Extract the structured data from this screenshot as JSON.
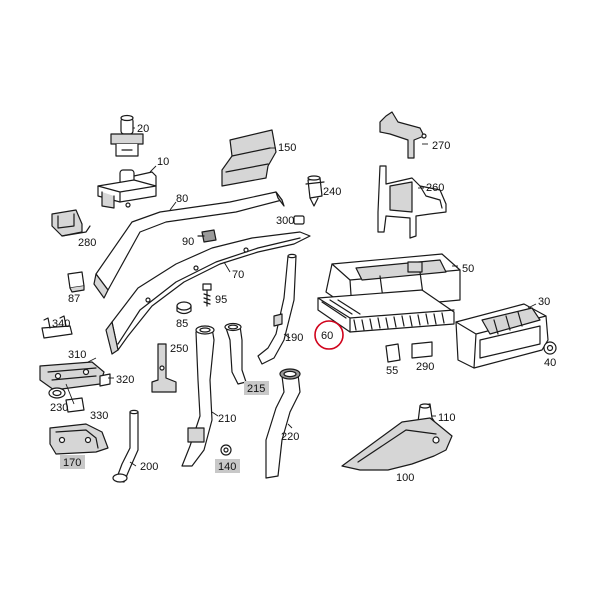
{
  "diagram": {
    "highlight_color": "#d0021b",
    "highlighted_part": "60",
    "parts": [
      {
        "id": "p10",
        "label": "10"
      },
      {
        "id": "p20",
        "label": "20"
      },
      {
        "id": "p30",
        "label": "30"
      },
      {
        "id": "p40",
        "label": "40"
      },
      {
        "id": "p50",
        "label": "50"
      },
      {
        "id": "p55",
        "label": "55"
      },
      {
        "id": "p60",
        "label": "60"
      },
      {
        "id": "p70",
        "label": "70"
      },
      {
        "id": "p80",
        "label": "80"
      },
      {
        "id": "p85",
        "label": "85"
      },
      {
        "id": "p87",
        "label": "87"
      },
      {
        "id": "p90",
        "label": "90"
      },
      {
        "id": "p95",
        "label": "95"
      },
      {
        "id": "p100",
        "label": "100"
      },
      {
        "id": "p110",
        "label": "110"
      },
      {
        "id": "p140",
        "label": "140"
      },
      {
        "id": "p150",
        "label": "150"
      },
      {
        "id": "p170",
        "label": "170"
      },
      {
        "id": "p190",
        "label": "190"
      },
      {
        "id": "p200",
        "label": "200"
      },
      {
        "id": "p210",
        "label": "210"
      },
      {
        "id": "p215",
        "label": "215"
      },
      {
        "id": "p220",
        "label": "220"
      },
      {
        "id": "p230",
        "label": "230"
      },
      {
        "id": "p240",
        "label": "240"
      },
      {
        "id": "p250",
        "label": "250"
      },
      {
        "id": "p260",
        "label": "260"
      },
      {
        "id": "p270",
        "label": "270"
      },
      {
        "id": "p280",
        "label": "280"
      },
      {
        "id": "p290",
        "label": "290"
      },
      {
        "id": "p300",
        "label": "300"
      },
      {
        "id": "p310",
        "label": "310"
      },
      {
        "id": "p320",
        "label": "320"
      },
      {
        "id": "p330",
        "label": "330"
      },
      {
        "id": "p340",
        "label": "340"
      }
    ]
  }
}
